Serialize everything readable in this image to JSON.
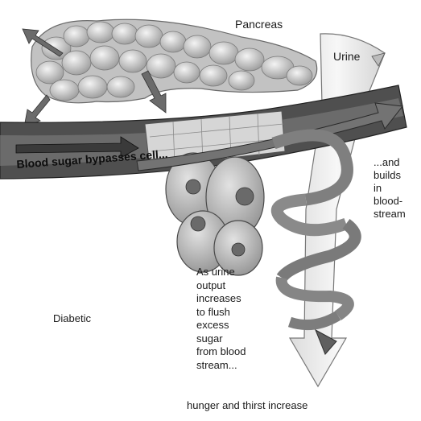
{
  "labels": {
    "pancreas": "Pancreas",
    "urine": "Urine",
    "bypass": "Blood sugar bypasses cell...",
    "builds_lines": [
      "...and",
      "builds",
      "in",
      "blood-",
      "stream"
    ],
    "output_lines": [
      "As urine",
      "output",
      "increases",
      "to flush",
      "excess",
      "sugar",
      "from blood",
      "stream..."
    ],
    "hunger": "hunger and thirst increase",
    "diabetic": "Diabetic"
  },
  "colors": {
    "vessel": "#4d4d4d",
    "pancreas": "#bcbcbc",
    "urine_stream": "#ececec",
    "spiral": "#7d7d7d",
    "cells": "#b6b6b6"
  }
}
